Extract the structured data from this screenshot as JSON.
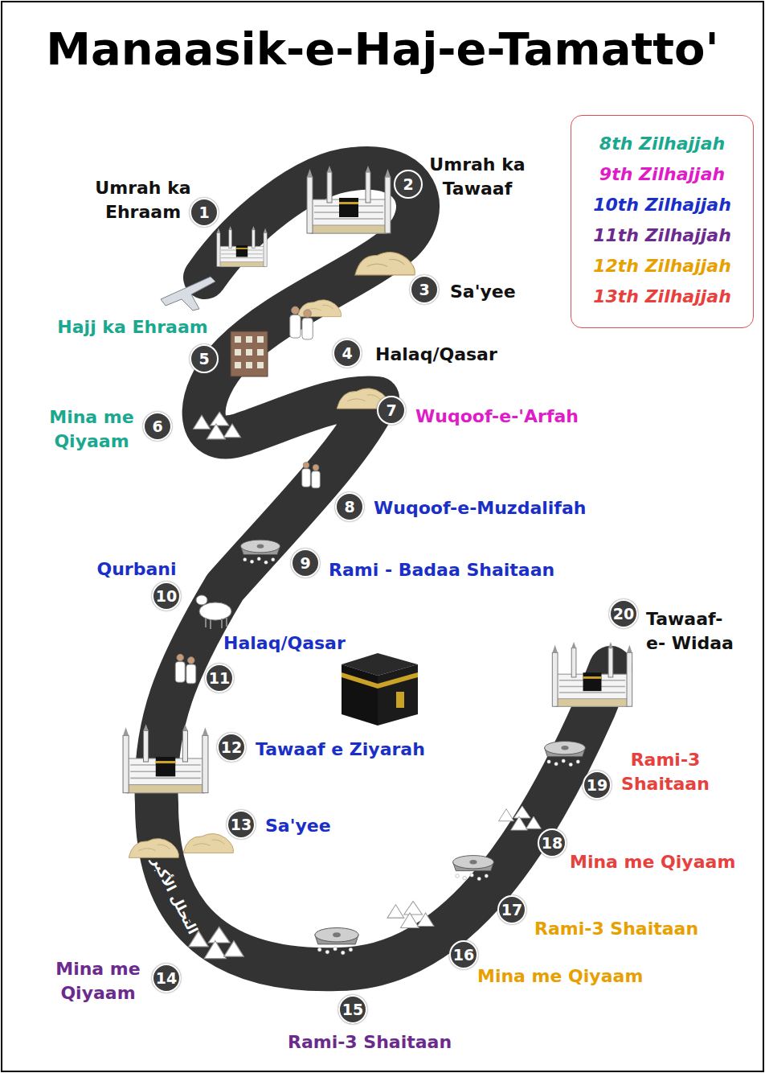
{
  "diagram": {
    "title": "Manaasik-e-Haj-e-Tamatto'",
    "nodes": [
      {
        "text": [
          "1",
          "Umrah ka Ehraam"
        ]
      },
      {
        "text": [
          "2",
          "Umrah ka Tawaaf"
        ]
      },
      {
        "text": [
          "3",
          "Sa'yee"
        ]
      },
      {
        "text": [
          "4",
          "Halaq/Qasar"
        ]
      },
      {
        "text": [
          "5",
          "Hajj ka Ehraam"
        ]
      },
      {
        "text": [
          "6",
          "Mina me Qiyaam"
        ]
      },
      {
        "text": [
          "7",
          "Wuqoof-e-'Arfah"
        ]
      },
      {
        "text": [
          "8",
          "Wuqoof-e-Muzdalifah"
        ]
      },
      {
        "text": [
          "9",
          "Rami - Badaa Shaitaan"
        ]
      },
      {
        "text": [
          "10",
          "Qurbani"
        ]
      },
      {
        "text": [
          "11",
          "Halaq/Qasar"
        ]
      },
      {
        "text": [
          "12",
          "Tawaaf e Ziyarah"
        ]
      },
      {
        "text": [
          "13",
          "Sa'yee"
        ]
      },
      {
        "text": [
          "14",
          "Mina me Qiyaam"
        ]
      },
      {
        "text": [
          "15",
          "Rami-3 Shaitaan"
        ]
      },
      {
        "text": [
          "16",
          "Mina me Qiyaam"
        ]
      },
      {
        "text": [
          "17",
          "Rami-3 Shaitaan"
        ]
      },
      {
        "text": [
          "18",
          "Mina me Qiyaam"
        ]
      },
      {
        "text": [
          "19",
          "Rami-3 Shaitaan"
        ]
      },
      {
        "text": [
          "20",
          "Tawaaf- e- Widaa"
        ]
      }
    ],
    "labels": [
      "التحلل الأكبر"
    ],
    "legend": [
      {
        "text": "8th Zilhajjah",
        "color": "#1aa88e"
      },
      {
        "text": "9th Zilhajjah",
        "color": "#e01cc8"
      },
      {
        "text": "10th Zilhajjah",
        "color": "#1a2fc8"
      },
      {
        "text": "11th Zilhajjah",
        "color": "#6b2b8e"
      },
      {
        "text": "12th Zilhajjah",
        "color": "#e8a000"
      },
      {
        "text": "13th Zilhajjah",
        "color": "#e8403c"
      }
    ]
  }
}
